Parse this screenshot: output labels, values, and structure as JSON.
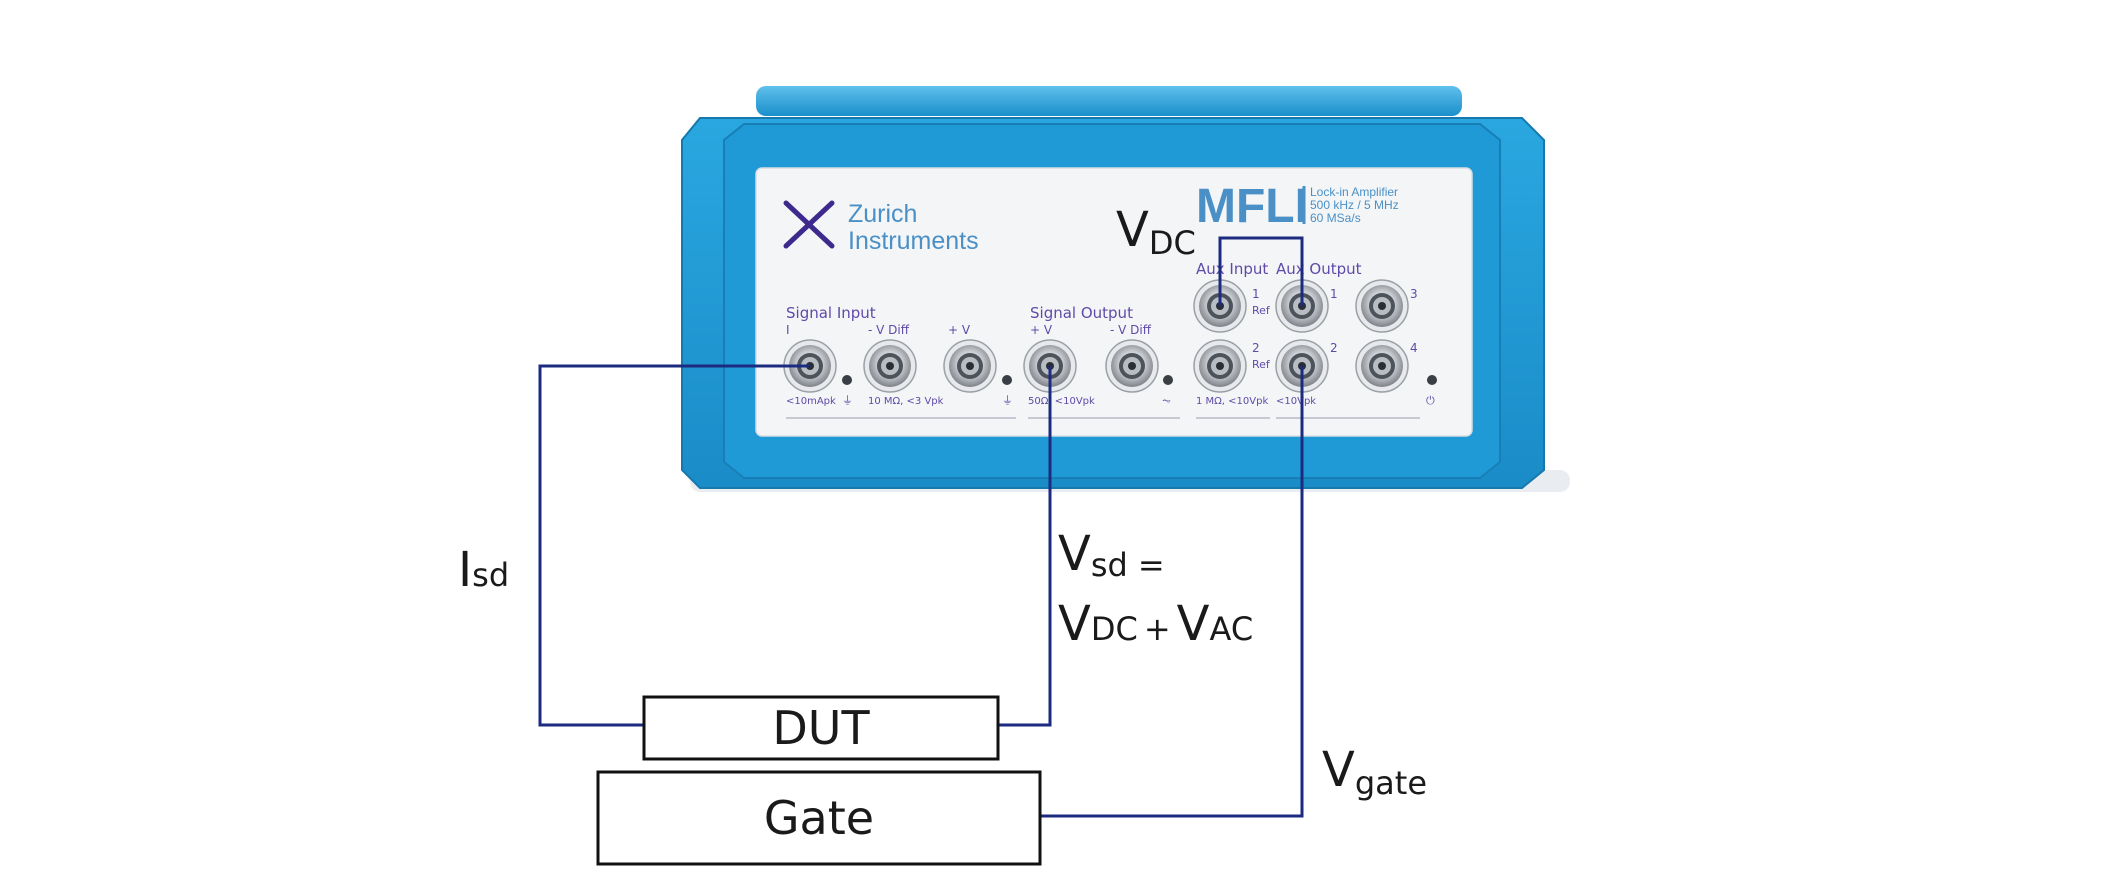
{
  "instrument": {
    "brand_line1": "Zurich",
    "brand_line2": "Instruments",
    "model": "MFLI",
    "model_sub1": "Lock-in Amplifier",
    "model_sub2": "500 kHz / 5 MHz",
    "model_sub3": "60 MSa/s",
    "signal_input": {
      "title": "Signal Input",
      "ch_i": "I",
      "ch_vdiff": "- V Diff",
      "ch_v": "+ V",
      "spec_i": "<10mApk",
      "spec_v": "10 MΩ, <3 Vpk"
    },
    "signal_output": {
      "title": "Signal Output",
      "ch_v": "+ V",
      "ch_vdiff": "- V Diff",
      "spec": "50Ω, <10Vpk"
    },
    "aux_input": {
      "title": "Aux Input",
      "n1": "1",
      "n2": "2",
      "ref1": "Ref",
      "ref2": "Ref",
      "spec": "1 MΩ, <10Vpk"
    },
    "aux_output": {
      "title": "Aux Output",
      "n1": "1",
      "n2": "2",
      "n3": "3",
      "n4": "4",
      "spec": "<10Vpk"
    }
  },
  "labels": {
    "vdc_main": "V",
    "vdc_sub": "DC",
    "isd_main": "I",
    "isd_sub": "sd",
    "vsd_main": "V",
    "vsd_sub": "sd",
    "vsd_eq": "=",
    "vdc2_main": "V",
    "vdc2_sub": "DC",
    "plus": "+",
    "vac_main": "V",
    "vac_sub": "AC",
    "vgate_main": "V",
    "vgate_sub": "gate"
  },
  "blocks": {
    "dut": "DUT",
    "gate": "Gate"
  },
  "colors": {
    "housing": "#1f9ad6",
    "housing_dark": "#1785c0",
    "panel": "#f4f5f7",
    "wire": "#1c2a80",
    "brand_purple": "#3d2a8c"
  }
}
